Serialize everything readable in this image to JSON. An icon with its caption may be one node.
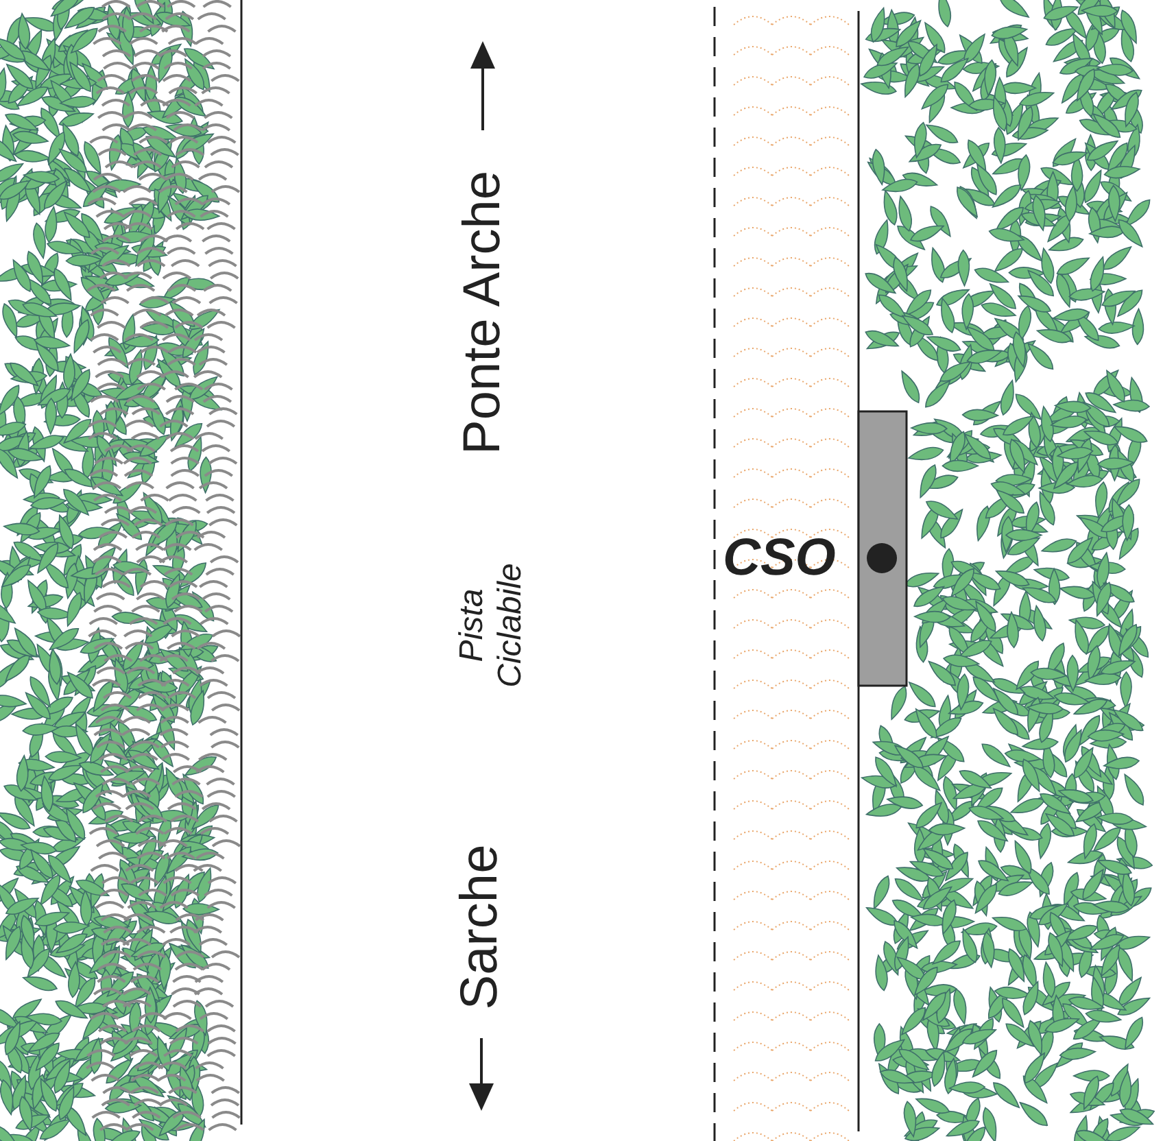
{
  "diagram": {
    "labels": [
      "Ponte Arche",
      "Pista Ciclabile",
      "CSO",
      "Sarche"
    ]
  }
}
